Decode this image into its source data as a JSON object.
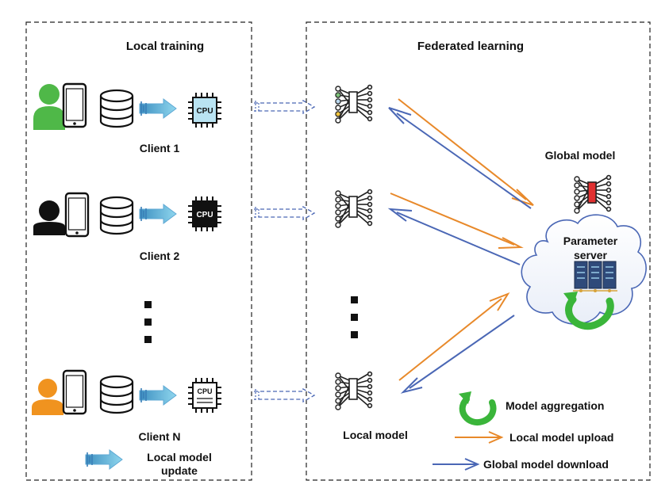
{
  "panels": {
    "local_title": "Local training",
    "federated_title": "Federated learning"
  },
  "clients": [
    {
      "label": "Client 1",
      "avatar_color": "#4fb848"
    },
    {
      "label": "Client 2",
      "avatar_color": "#111111"
    },
    {
      "label": "Client N",
      "avatar_color": "#f0931f"
    }
  ],
  "chip_text": "CPU",
  "labels": {
    "global_model": "Global model",
    "parameter_server": [
      "Parameter",
      "server"
    ],
    "local_model": "Local model"
  },
  "legend": {
    "local_update": [
      "Local model",
      "update"
    ],
    "aggregation": "Model aggregation",
    "upload": "Local model upload",
    "download": "Global model download"
  },
  "colors": {
    "upload": "#e8892a",
    "download": "#4a67b5",
    "aggregation": "#3ab53a",
    "update_arrow": "#79c7e6"
  }
}
